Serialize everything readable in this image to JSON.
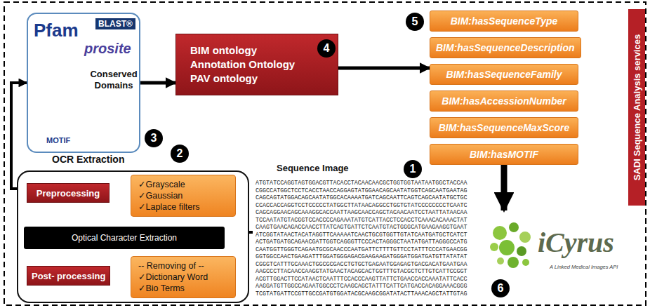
{
  "diagram": {
    "nodes": [
      {
        "text": [
          "Pfam",
          "BLAST®",
          "prosite",
          "Conserved Domains",
          "MOTIF"
        ]
      },
      {
        "text": [
          "BIM ontology",
          "Annotation Ontology",
          "PAV ontology"
        ]
      },
      {
        "text": [
          "BIM:hasSequenceType"
        ]
      },
      {
        "text": [
          "BIM:hasSequenceDescription"
        ]
      },
      {
        "text": [
          "BIM:hasSequenceFamily"
        ]
      },
      {
        "text": [
          "BIM:hasAccessionNumber"
        ]
      },
      {
        "text": [
          "BIM:hasSequenceMaxScore"
        ]
      },
      {
        "text": [
          "BIM:hasMOTIF"
        ]
      },
      {
        "text": [
          "SADI Sequence Analysis services"
        ]
      },
      {
        "text": [
          "OCR Extraction"
        ]
      },
      {
        "text": [
          "Preprocessing"
        ],
        "in": 9
      },
      {
        "text": [
          "✓Grayscale",
          "✓Gaussian",
          "✓Laplace filters"
        ],
        "in": 9
      },
      {
        "text": [
          "Optical Character Extraction"
        ],
        "in": 9
      },
      {
        "text": [
          "Post- processing"
        ],
        "in": 9
      },
      {
        "text": [
          "-- Removing of --",
          "✓Dictionary Word",
          "✓Bio Terms"
        ],
        "in": 9
      },
      {
        "text": [
          "Sequence Image",
          "ATGTATCCAGGTAGTGGACGTTACACCTACAACAACGCTGGTGGTAATAATGGCTACCAA CGGCCATGGCTCCTCACCTAACCAGGAGTATGGAACAGCAATATGGTCAGCAATGAATAG CAGCAGTATGGACAGCAATATGGCACAAAATGATCAGCAATTCAGTCAGCAATATGCTGC CCACCACCAGGTCCTCCCCCTATGGCTTATAACAGGCCTGGTGTATCCCCCCCCTCAATC CAGCAGGAACAGCAAAGGCACCAATTAAGCAACCAGCTACAACAATCCTAATTATAACAA TCCAATATGTACGGTCCACCCCAGAAATATGTCATTACCTCCACCTCAAACACAAACTAT CAAGTGAACAGACCAACCTTATCAGTGATTCTCAATGTACTGGGCATGAAGAAGGTGAAT ATCGGTATAACTACATAGGTTCAAAAATCAACTGCGTGGTTGTATCAATGATGCTCATCT ACTGATGATGCAGAACGATTGGTCAGGGTTCCCACTAGGGCTAATATGATTAGGGCCATG CAATGGTTGGGTCAGAATGCGCAACCCAATGATTCTTTTGTTCCTATTTCCCATGAACGG GGTGGCCAACTGAAGATTTGGATGGGAGACGAAGAAGATGGGATGGATGATGTTATATAT CGGGTCATTTGCAAACTGGCGCGACCTGTGCTGAGAATGGAGAGTGACGACATGAATGAA AAGCCCTTACAACCAAGGTATGAACTACAGCACTGGTTTGTACGCTCTTGTCATTCCGGT ACGTTGGACTTCCATAACTCAATTTCCACCCAAGTTATTCTGAACCACCAAATATTCACC AAGGATGTTGGCCAGAATGGCCCTCAAGCAGCTATTTCATTCATGACCACAGGAAACGGG TCGTATGATTCCGTTGCCGATGTGGATACGCAAGCGGATATACTTAAACAGCTATTGTAG"
        ]
      },
      {
        "text": [
          "iCyrus",
          "A Linked Medical Images API"
        ]
      }
    ],
    "edges": [
      {
        "from": 0,
        "to": 1,
        "arrow": "to"
      },
      {
        "from": 1,
        "to": 4,
        "arrow": "to"
      },
      {
        "from": 7,
        "to": 16,
        "arrow": "to"
      },
      {
        "from": 15,
        "to": 12,
        "arrow": "to"
      },
      {
        "from": 10,
        "to": 11,
        "arrow": "to"
      },
      {
        "from": 9,
        "to": 0,
        "arrow": "to"
      }
    ],
    "labels": [
      "1",
      "2",
      "3",
      "4",
      "5",
      "6"
    ]
  }
}
